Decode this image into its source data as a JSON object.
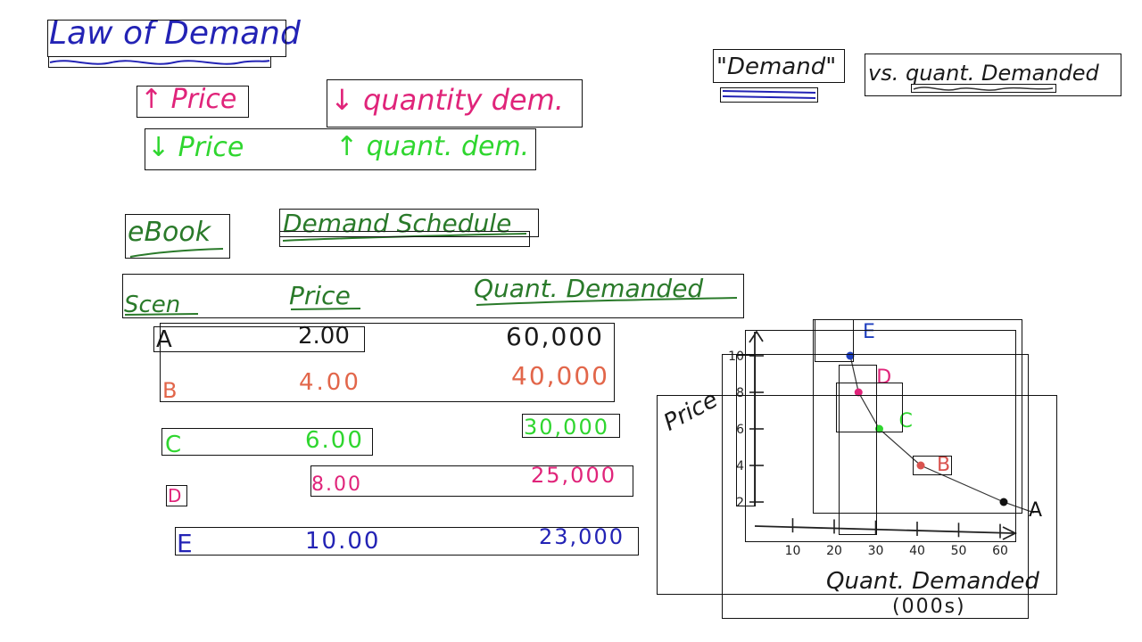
{
  "title": "Law of Demand",
  "law": {
    "up_price": "↑ Price",
    "down_quantity": "↓ quantity dem.",
    "down_price": "↓ Price",
    "up_quantity": "↑ quant. dem."
  },
  "concepts": {
    "demand": "\"Demand\"",
    "vs_quant": "vs. quant. Demanded"
  },
  "ebook": "eBook",
  "schedule": {
    "title": "Demand Schedule",
    "headers": {
      "scen": "Scen",
      "price": "Price",
      "quantity": "Quant. Demanded"
    },
    "rows": [
      {
        "scen": "A",
        "price": "2.00",
        "quantity": "60,000",
        "color": "#1a1a1a"
      },
      {
        "scen": "B",
        "price": "4.00",
        "quantity": "40,000",
        "color": "#e2664a"
      },
      {
        "scen": "C",
        "price": "6.00",
        "quantity": "30,000",
        "color": "#2fd62f"
      },
      {
        "scen": "D",
        "price": "8.00",
        "quantity": "25,000",
        "color": "#e0247a"
      },
      {
        "scen": "E",
        "price": "10.00",
        "quantity": "23,000",
        "color": "#2323b5"
      }
    ]
  },
  "graph": {
    "ylabel": "Price",
    "xlabel": "Quant. Demanded",
    "xlabel_units": "(000s)",
    "y_ticks": [
      "2",
      "4",
      "6",
      "8",
      "10"
    ],
    "x_ticks": [
      "10",
      "20",
      "30",
      "40",
      "50",
      "60"
    ],
    "points": [
      {
        "label": "A",
        "x": 60,
        "y": 2,
        "color": "#111111"
      },
      {
        "label": "B",
        "x": 40,
        "y": 4,
        "color": "#d9534f"
      },
      {
        "label": "C",
        "x": 30,
        "y": 6,
        "color": "#2fd62f"
      },
      {
        "label": "D",
        "x": 25,
        "y": 8,
        "color": "#e0247a"
      },
      {
        "label": "E",
        "x": 23,
        "y": 10,
        "color": "#1f3fbf"
      }
    ]
  }
}
